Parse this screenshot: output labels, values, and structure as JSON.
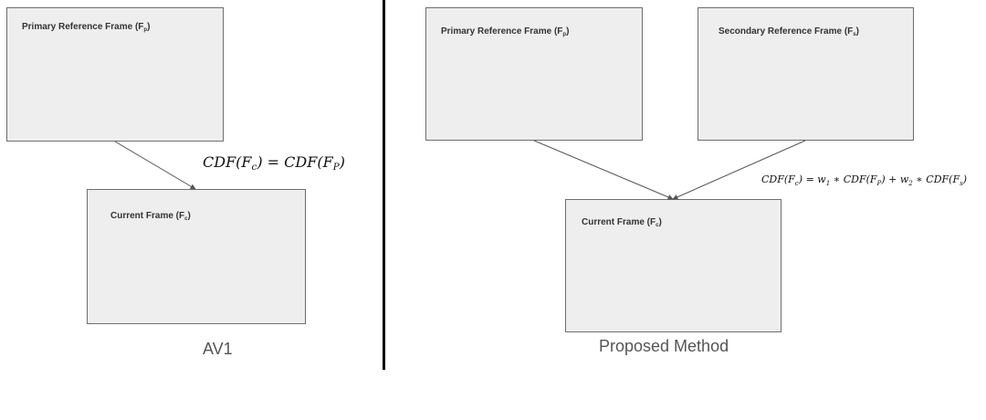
{
  "left_panel": {
    "primary": {
      "text": "Primary Reference Frame (F",
      "sub": "p"
    },
    "current": {
      "text": "Current Frame (F",
      "sub": "c"
    },
    "equation": {
      "a": "CDF(F",
      "a_sub": "c",
      "b": ") = CDF(F",
      "b_sub": "P",
      "c": ")"
    },
    "caption": "AV1"
  },
  "right_panel": {
    "primary": {
      "text": "Primary Reference Frame (F",
      "sub": "p"
    },
    "secondary": {
      "text": "Secondary Reference Frame (F",
      "sub": "s"
    },
    "current": {
      "text": "Current Frame (F",
      "sub": "c"
    },
    "equation": {
      "a": "CDF(F",
      "a_sub": "c",
      "b": ") = w",
      "b_sub": "1",
      "c": " ∗ CDF(F",
      "c_sub": "P",
      "d": ") + w",
      "d_sub": "2",
      "e": " ∗ CDF(F",
      "e_sub": "s",
      "f": ")"
    },
    "caption": "Proposed Method"
  },
  "colors": {
    "frame_fill": "#eeeeee",
    "frame_border": "#6e6e6e",
    "arrow": "#555555",
    "divider": "#000000"
  }
}
